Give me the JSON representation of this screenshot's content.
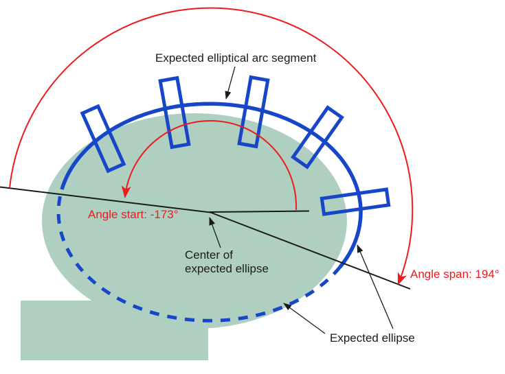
{
  "labels": {
    "arc_segment": "Expected elliptical arc segment",
    "angle_start": "Angle start: -173°",
    "center_line1": "Center of",
    "center_line2": "expected ellipse",
    "angle_span": "Angle span: 194°",
    "expected_ellipse": "Expected ellipse"
  },
  "values": {
    "angle_start_deg": "-173",
    "angle_span_deg": "194"
  },
  "colors": {
    "arc_blue": "#1747C8",
    "annotation_red": "#ED1B1E",
    "region_green": "#AFD0C0",
    "line_black": "#1A1A1A"
  }
}
